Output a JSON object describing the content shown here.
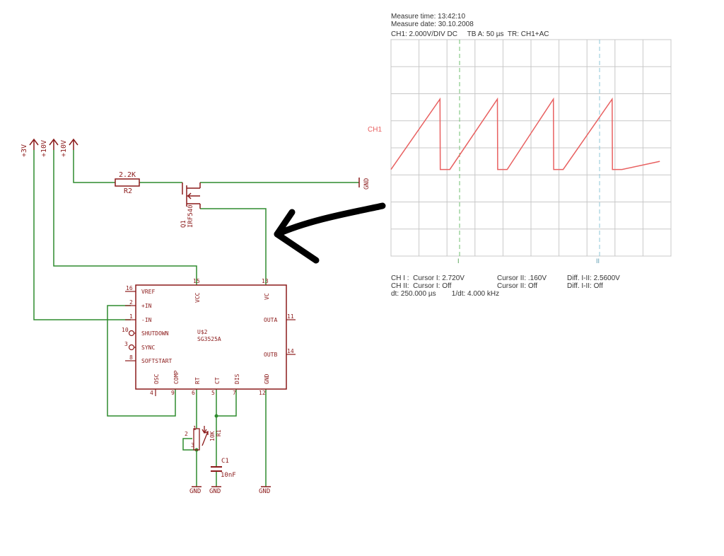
{
  "colors": {
    "wire": "#2e8b2e",
    "component": "#8b1a1a",
    "trace": "#e86060",
    "grid": "#c8c8c8",
    "cursor1": "#6fbf6f",
    "cursor2": "#8fc8d8",
    "arrow": "#000000"
  },
  "schematic": {
    "supplies": [
      {
        "label": "+3V"
      },
      {
        "label": "+10V"
      },
      {
        "label": "+10V"
      }
    ],
    "r2": {
      "value": "2.2K",
      "name": "R2"
    },
    "q1": {
      "name": "Q1",
      "part": "IRF540"
    },
    "gnd_top": "GND",
    "ic": {
      "name": "U$2",
      "part": "SG3525A",
      "left_pins": [
        {
          "num": "16",
          "label": "VREF"
        },
        {
          "num": "2",
          "label": "+IN"
        },
        {
          "num": "1",
          "label": "-IN"
        },
        {
          "num": "10",
          "label": "SHUTDOWN"
        },
        {
          "num": "3",
          "label": "SYNC"
        },
        {
          "num": "8",
          "label": "SOFTSTART"
        }
      ],
      "top_pins": [
        {
          "num": "15",
          "label": "VCC"
        },
        {
          "num": "13",
          "label": "VC"
        }
      ],
      "right_pins": [
        {
          "num": "11",
          "label": "OUTA"
        },
        {
          "num": "14",
          "label": "OUTB"
        }
      ],
      "bottom_pins": [
        {
          "num": "4",
          "label": "OSC"
        },
        {
          "num": "9",
          "label": "COMP"
        },
        {
          "num": "6",
          "label": "RT"
        },
        {
          "num": "5",
          "label": "CT"
        },
        {
          "num": "7",
          "label": "DIS"
        },
        {
          "num": "12",
          "label": "GND"
        }
      ]
    },
    "pot": {
      "value": "10K",
      "name": "R1",
      "pins": [
        "1",
        "2",
        "3"
      ]
    },
    "c1": {
      "name": "C1",
      "value": "10nF"
    },
    "grounds": [
      "GND",
      "GND",
      "GND"
    ]
  },
  "scope": {
    "measure_time": "Measure time: 13:42:10",
    "measure_date": "Measure date: 30.10.2008",
    "settings": "CH1: 2.000V/DIV DC     TB A: 50 µs  TR: CH1+AC",
    "ch_marker": "CH1",
    "cursor1_label": "I",
    "cursor2_label": "II",
    "footer": {
      "row1_a": "CH I :  Cursor I: 2.720V",
      "row1_b": "Cursor II: .160V",
      "row1_c": "Diff. I-II: 2.5600V",
      "row2_a": "CH II:  Cursor I: Off",
      "row2_b": "Cursor II: Off",
      "row2_c": "Diff. I-II: Off",
      "row3": "dt: 250.000 µs        1/dt: 4.000 kHz"
    }
  },
  "chart_data": {
    "type": "line",
    "title": "",
    "series": [
      {
        "values": [
          0.1,
          2.7,
          0.1,
          0.1,
          2.7,
          0.1,
          0.1,
          2.7,
          0.1,
          0.1,
          2.7,
          0.1,
          0.1,
          0.4
        ]
      }
    ],
    "x": [
      0.0,
      1.75,
      1.76,
      2.1,
      3.8,
      3.81,
      4.15,
      5.8,
      5.81,
      6.15,
      7.9,
      7.91,
      8.25,
      9.6
    ],
    "xlim": [
      0,
      10
    ],
    "ylim": [
      -4,
      4
    ],
    "grid": true
  }
}
